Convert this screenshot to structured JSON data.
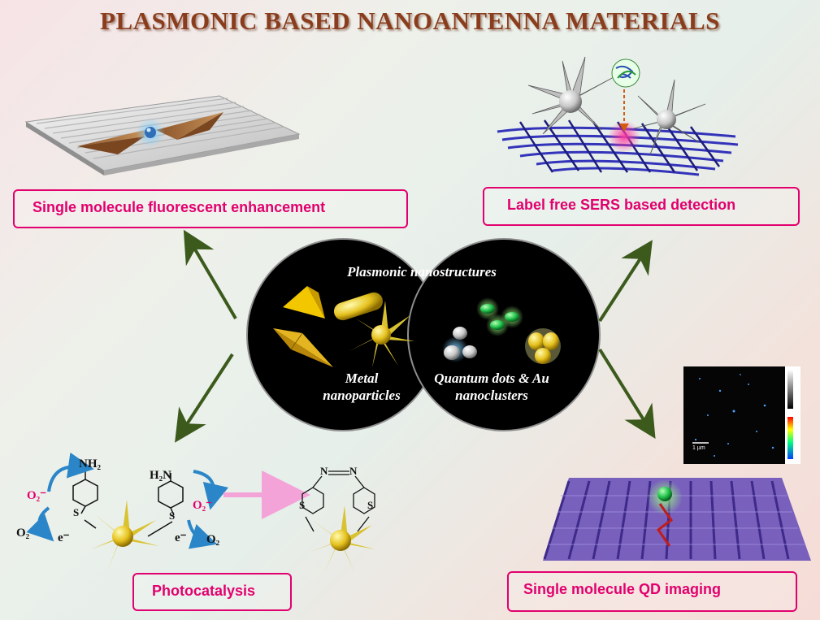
{
  "title": "PLASMONIC BASED NANOANTENNA MATERIALS",
  "boxes": {
    "fluorescence": "Single molecule fluorescent enhancement",
    "sers": "Label free SERS based detection",
    "photocatalysis": "Photocatalysis",
    "qd_imaging": "Single molecule QD imaging"
  },
  "center": {
    "top_label": "Plasmonic  nanostructures",
    "left_label": "Metal nanoparticles",
    "right_label": "Quantum dots & Au nanoclusters"
  },
  "chemistry": {
    "amine_left": "NH₂",
    "amine_right": "H₂N",
    "superoxide_left": "O₂⁻",
    "superoxide_right": "O₂⁻",
    "oxygen_left": "O₂",
    "oxygen_right": "O₂",
    "electron_left": "e⁻",
    "electron_right": "e⁻",
    "sulfur_1": "S",
    "sulfur_2": "S",
    "sulfur_3": "S",
    "sulfur_4": "S",
    "nitrogen_1": "N",
    "nitrogen_2": "N"
  },
  "microscopy": {
    "scale_bar": "1 µm"
  },
  "colors": {
    "title": "#8a3d1c",
    "box_border": "#e2006e",
    "arrow": "#3b5a1c",
    "circle": "#000000",
    "reaction_arrow": "#f4a3d8"
  }
}
